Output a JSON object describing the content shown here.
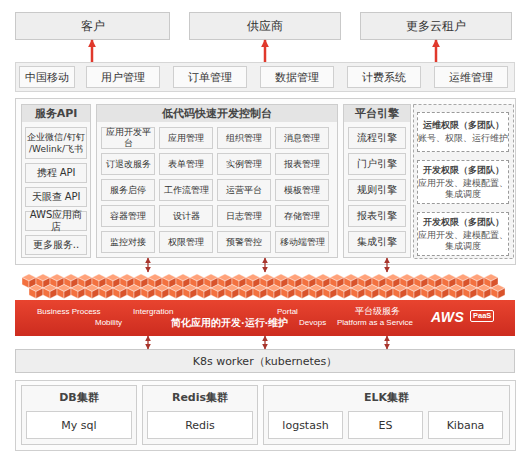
{
  "diagram": {
    "nodes": [
      {
        "text": [
          "客户"
        ]
      },
      {
        "text": [
          "供应商"
        ]
      },
      {
        "text": [
          "更多云租户"
        ]
      },
      {
        "text": [
          "中国移动"
        ]
      },
      {
        "text": [
          "用户管理"
        ],
        "in": 3
      },
      {
        "text": [
          "订单管理"
        ],
        "in": 3
      },
      {
        "text": [
          "数据管理"
        ],
        "in": 3
      },
      {
        "text": [
          "计费系统"
        ],
        "in": 3
      },
      {
        "text": [
          "运维管理"
        ],
        "in": 3
      },
      {
        "text": [
          "服务API"
        ]
      },
      {
        "text": [
          "企业微信/钉钉 /Welink/飞书"
        ],
        "in": 9
      },
      {
        "text": [
          "携程 API"
        ],
        "in": 9
      },
      {
        "text": [
          "天眼查 API"
        ],
        "in": 9
      },
      {
        "text": [
          "AWS应用商店"
        ],
        "in": 9
      },
      {
        "text": [
          "更多服务.."
        ],
        "in": 9
      },
      {
        "text": [
          "低代码快速开发控制台"
        ]
      },
      {
        "text": [
          "应用开发平台"
        ],
        "in": 15
      },
      {
        "text": [
          "应用管理"
        ],
        "in": 15
      },
      {
        "text": [
          "组织管理"
        ],
        "in": 15
      },
      {
        "text": [
          "消息管理"
        ],
        "in": 15
      },
      {
        "text": [
          "订退改服务"
        ],
        "in": 15
      },
      {
        "text": [
          "表单管理"
        ],
        "in": 15
      },
      {
        "text": [
          "实例管理"
        ],
        "in": 15
      },
      {
        "text": [
          "报表管理"
        ],
        "in": 15
      },
      {
        "text": [
          "服务启停"
        ],
        "in": 15
      },
      {
        "text": [
          "工作流管理"
        ],
        "in": 15
      },
      {
        "text": [
          "运营平台"
        ],
        "in": 15
      },
      {
        "text": [
          "模板管理"
        ],
        "in": 15
      },
      {
        "text": [
          "容器管理"
        ],
        "in": 15
      },
      {
        "text": [
          "设计器"
        ],
        "in": 15
      },
      {
        "text": [
          "日志管理"
        ],
        "in": 15
      },
      {
        "text": [
          "存储管理"
        ],
        "in": 15
      },
      {
        "text": [
          "监控对接"
        ],
        "in": 15
      },
      {
        "text": [
          "权限管理"
        ],
        "in": 15
      },
      {
        "text": [
          "预警管控"
        ],
        "in": 15
      },
      {
        "text": [
          "移动端管理"
        ],
        "in": 15
      },
      {
        "text": [
          "平台引擎"
        ]
      },
      {
        "text": [
          "流程引擎"
        ],
        "in": 36
      },
      {
        "text": [
          "门户引擎"
        ],
        "in": 36
      },
      {
        "text": [
          "规则引擎"
        ],
        "in": 36
      },
      {
        "text": [
          "报表引擎"
        ],
        "in": 36
      },
      {
        "text": [
          "集成引擎"
        ],
        "in": 36
      },
      {
        "text": [
          "运维权限（多团队）",
          "账号、权限、运行维护"
        ]
      },
      {
        "text": [
          "开发权限（多团队）",
          "应用开发、建模配置、 集成调度"
        ]
      },
      {
        "text": [
          "开发权限（多团队）",
          "应用开发、建模配置、 集成调度"
        ]
      },
      {
        "text": [
          "Business Process",
          "Mobility",
          "Intergration",
          "简化应用的开发·运行·维护",
          "Portal",
          "Devops",
          "平台级服务",
          "Platform as a Service",
          "AWS",
          "PaaS"
        ]
      },
      {
        "text": [
          "K8s worker（kubernetes）"
        ]
      },
      {
        "text": [
          "DB集群"
        ]
      },
      {
        "text": [
          "My sql"
        ],
        "in": 47
      },
      {
        "text": [
          "Redis集群"
        ]
      },
      {
        "text": [
          "Redis"
        ],
        "in": 49
      },
      {
        "text": [
          "ELK集群"
        ]
      },
      {
        "text": [
          "logstash"
        ],
        "in": 51
      },
      {
        "text": [
          "ES"
        ],
        "in": 51
      },
      {
        "text": [
          "Kibana"
        ],
        "in": 51
      }
    ],
    "edges": [
      {
        "from": 3,
        "to": 0,
        "arrow": "to"
      },
      {
        "from": 3,
        "to": 1,
        "arrow": "to"
      },
      {
        "from": 3,
        "to": 2,
        "arrow": "to"
      },
      {
        "from": 15,
        "to": 45,
        "arrow": "both"
      },
      {
        "from": 15,
        "to": 45,
        "arrow": "both"
      },
      {
        "from": 36,
        "to": 45,
        "arrow": "both"
      },
      {
        "from": 45,
        "to": 46,
        "arrow": "both"
      },
      {
        "from": 45,
        "to": 46,
        "arrow": "both"
      },
      {
        "from": 45,
        "to": 46,
        "arrow": "both"
      }
    ]
  }
}
